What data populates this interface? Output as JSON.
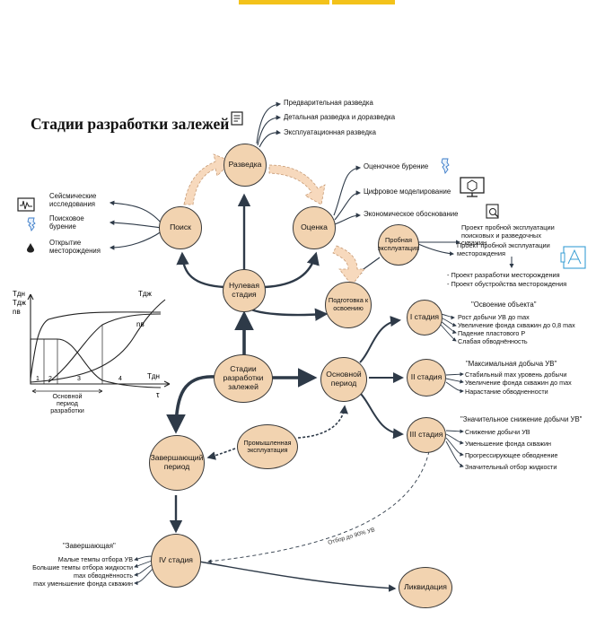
{
  "title": "Стадии разработки залежей",
  "nodes": {
    "razvedka": "Разведка",
    "poisk": "Поиск",
    "ocenka": "Оценка",
    "nulevaya": "Нулевая стадия",
    "probnaya": "Пробная эксплуатация",
    "podgotovka": "Подготовка к освоению",
    "stadii": "Стадии разработки залежей",
    "osnovnoi": "Основной период",
    "st1": "I стадия",
    "st2": "II стадия",
    "st3": "III стадия",
    "promysh": "Промышленная эксплуатация",
    "zavershayushchiy": "Завершающий период",
    "st4": "IV стадия",
    "likvidaciya": "Ликвидация"
  },
  "razvedka_items": [
    "Предварительная разведка",
    "Детальная разведка и доразведка",
    "Эксплуатационная разведка"
  ],
  "ocenka_items": [
    "Оценочное бурение",
    "Цифровое моделирование",
    "Экономическое обоснование"
  ],
  "poisk_items": [
    "Сейсмические исследования",
    "Поисковое бурение",
    "Открытие месторождения"
  ],
  "probnaya_items": [
    "Проект пробной эксплуатации поисковых и разведочных скважин",
    "Проект пробной эксплуатации месторождения"
  ],
  "podgotovka_items": [
    "- Проект разработки месторождения",
    "- Проект обустройства месторождения"
  ],
  "st1_quote": "\"Освоение объекта\"",
  "st1_items": [
    "Рост добычи УВ до max",
    "Увеличение фонда скважин до 0,8 max",
    "Падение пластового Р",
    "Слабая обводнённость"
  ],
  "st2_quote": "\"Максимальная добыча УВ\"",
  "st2_items": [
    "Стабильный max уровень добычи",
    "Увеличение фонда скважин до max",
    "Нарастание обводненности"
  ],
  "st3_quote": "\"Значительное снижение добычи УВ\"",
  "st3_items": [
    "Снижение добычи УВ",
    "Уменьшение фонда скважин",
    "Прогрессирующее обводнение",
    "Значительный отбор жидкости"
  ],
  "st4_quote": "\"Завершающая\"",
  "st4_items": [
    "Малые темпы отбора УВ",
    "Большие темпы отбора жидкости",
    "max обводнённость",
    "max уменьшение фонда скважин"
  ],
  "dashed_label": "Отбор до 90% УВ",
  "graph": {
    "y_labels": [
      "Tдн",
      "Tдж",
      "nв"
    ],
    "curve_labels": {
      "tdzh": "Tдж",
      "nv": "nв",
      "tdn": "Tдн"
    },
    "x_label": "τ",
    "stages": [
      "1",
      "2",
      "3",
      "4"
    ],
    "period_label": "Основной период разработки"
  },
  "colors": {
    "node_fill": "#f2d3b0",
    "arrow_fill": "#f7d9bd",
    "accent": "#f3c21a",
    "line": "#2e3a48"
  },
  "icons": [
    "seismic-icon",
    "drill-icon",
    "oil-drop-icon",
    "document-icon",
    "digital-model-icon",
    "economics-icon",
    "blueprint-icon"
  ]
}
